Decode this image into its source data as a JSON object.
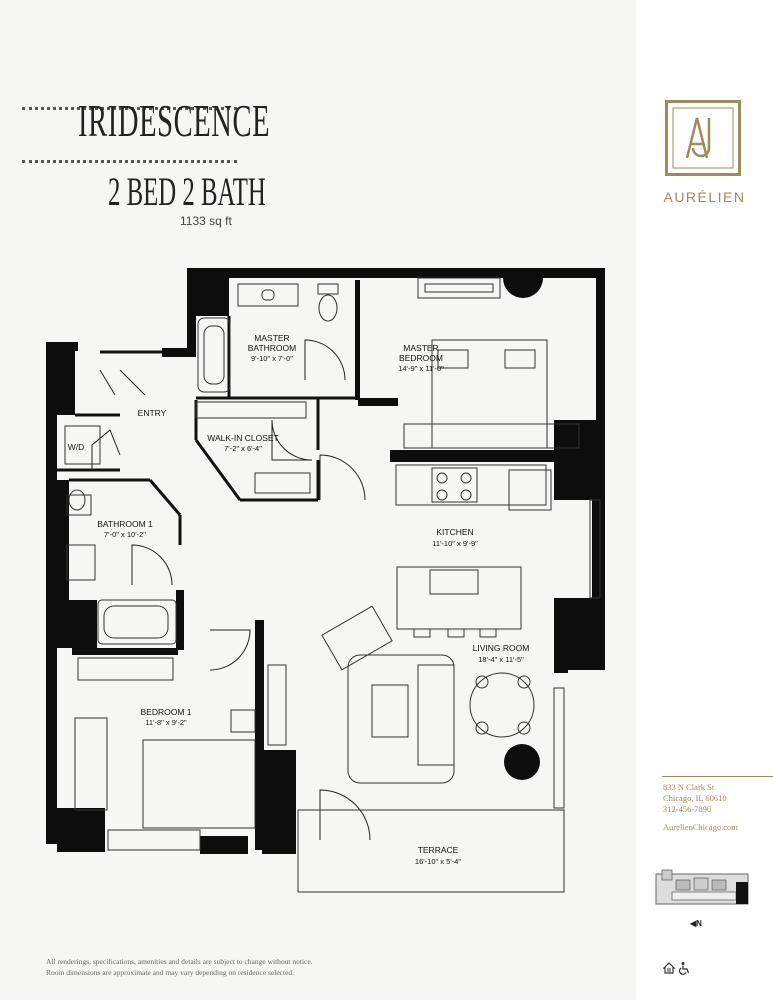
{
  "header": {
    "unit_name": "IRIDESCENCE",
    "unit_type": "2 BED 2 BATH",
    "area": "1133 sq ft"
  },
  "rooms": [
    {
      "key": "master_bathroom",
      "name": "MASTER BATHROOM",
      "line1": "MASTER",
      "line2": "BATHROOM",
      "dims": "9'-10\" x 7'-0\""
    },
    {
      "key": "master_bedroom",
      "name": "MASTER BEDROOM",
      "line1": "MASTER",
      "line2": "BEDROOM",
      "dims": "14'-9\" x 11'-0\""
    },
    {
      "key": "entry",
      "name": "ENTRY",
      "line1": "ENTRY",
      "dims": ""
    },
    {
      "key": "wd",
      "name": "W/D",
      "line1": "W/D",
      "dims": ""
    },
    {
      "key": "walk_in_closet",
      "name": "WALK-IN CLOSET",
      "line1": "WALK-IN CLOSET",
      "dims": "7'-2\" x 6'-4\""
    },
    {
      "key": "kitchen",
      "name": "KITCHEN",
      "line1": "KITCHEN",
      "dims": "11'-10\" x 9'-9\""
    },
    {
      "key": "bathroom1",
      "name": "BATHROOM 1",
      "line1": "BATHROOM 1",
      "dims": "7'-0\" x 10'-2\""
    },
    {
      "key": "living_room",
      "name": "LIVING ROOM",
      "line1": "LIVING ROOM",
      "dims": "18'-4\" x 11'-5\""
    },
    {
      "key": "bedroom1",
      "name": "BEDROOM 1",
      "line1": "BEDROOM 1",
      "dims": "11'-8\" x 9'-2\""
    },
    {
      "key": "terrace",
      "name": "TERRACE",
      "line1": "TERRACE",
      "dims": "16'-10\" x 5'-4\""
    }
  ],
  "disclaimer": {
    "line1": "All renderings, specifications, amenities and details are subject to change without notice.",
    "line2": "Room dimensions are approximate and may vary depending on residence selected."
  },
  "brand": {
    "name": "AURÉLIEN",
    "monogram": "AU",
    "accent_color": "#a08a5a"
  },
  "address": {
    "street": "833 N Clark St",
    "city": "Chicago, IL 60610",
    "phone": "312-456-7890",
    "website": "AurelienChicago.com"
  },
  "key_plan": {
    "north_label": "N"
  },
  "icons": [
    "equal-housing-icon",
    "accessibility-icon"
  ]
}
